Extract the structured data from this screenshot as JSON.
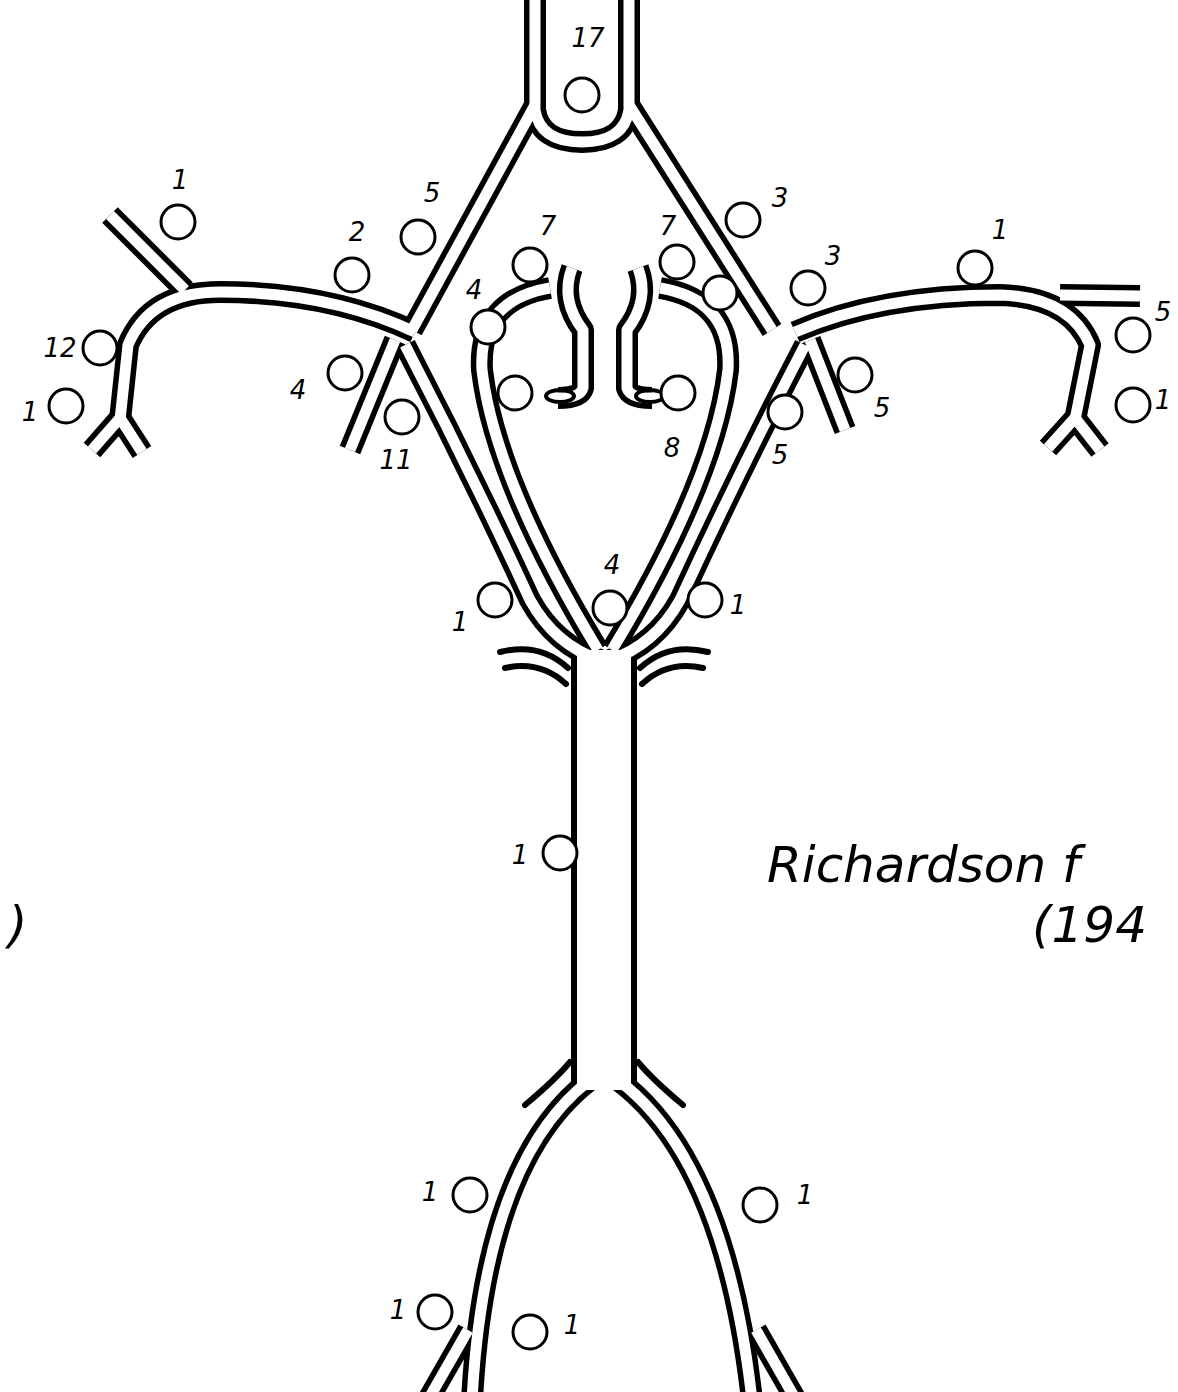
{
  "diagram": {
    "labels": [
      "17",
      "1",
      "5",
      "3",
      "2",
      "7",
      "7",
      "1",
      "3",
      "4",
      "5",
      "12",
      "4",
      "1",
      "1",
      "5",
      "11",
      "8",
      "5",
      "4",
      "1",
      "1",
      "1",
      "Richardson f",
      "(194",
      ")",
      "1",
      "1",
      "1",
      "1"
    ]
  }
}
